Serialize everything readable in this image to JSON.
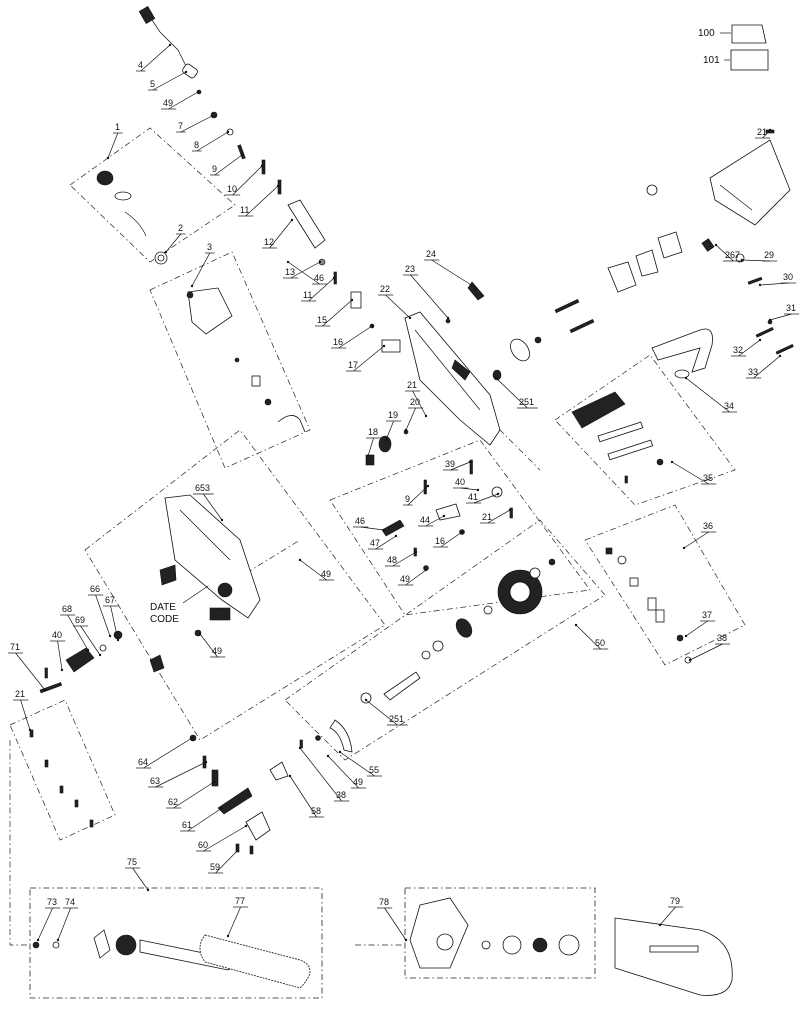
{
  "date_code_note": [
    "DATE",
    "CODE"
  ],
  "legend": [
    {
      "number": "100"
    },
    {
      "number": "101"
    }
  ],
  "callouts": [
    "1",
    "2",
    "3",
    "4",
    "5",
    "49",
    "7",
    "8",
    "9",
    "10",
    "11",
    "12",
    "13",
    "11",
    "15",
    "16",
    "17",
    "18",
    "19",
    "20",
    "21",
    "22",
    "23",
    "24",
    "251",
    "21",
    "267",
    "29",
    "30",
    "31",
    "32",
    "33",
    "34",
    "35",
    "36",
    "37",
    "38",
    "39",
    "40",
    "41",
    "21",
    "9",
    "44",
    "46",
    "47",
    "16",
    "48",
    "49",
    "46",
    "653",
    "49",
    "66",
    "67",
    "68",
    "69",
    "40",
    "71",
    "21",
    "49",
    "50",
    "251",
    "55",
    "49",
    "38",
    "58",
    "64",
    "63",
    "62",
    "61",
    "60",
    "59",
    "75",
    "73",
    "74",
    "77",
    "78",
    "79"
  ]
}
